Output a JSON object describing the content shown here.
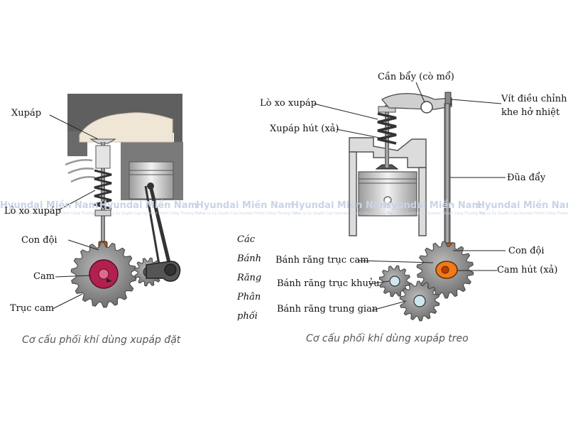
{
  "left": {
    "labels": {
      "xupap": "Xupáp",
      "lo_xo": "Lò xo xupáp",
      "con_doi": "Con đội",
      "cam": "Cam",
      "truc_cam": "Trục cam"
    },
    "caption": "Cơ cấu phối khí dùng xupáp đặt"
  },
  "right": {
    "labels": {
      "can_bay": "Cần bẩy (cò mổ)",
      "lo_xo": "Lò xo xupáp",
      "xupap_hut": "Xupáp hút (xả)",
      "vit_line1": "Vít điều chỉnh",
      "vit_line2": "khe hở nhiệt",
      "dua_day": "Đũa đẩy",
      "con_doi": "Con đội",
      "cam_hut": "Cam hút (xả)",
      "banh_rang_truc_cam": "Bánh răng trục cam",
      "banh_rang_truc_khuyu": "Bánh răng trục khuỷu",
      "banh_rang_trung_gian": "Bánh răng trung gian"
    },
    "side_words": [
      "Các",
      "Bánh",
      "Răng",
      "Phân",
      "phối"
    ],
    "caption": "Cơ cấu phối khí dùng xupáp treo"
  },
  "watermark": {
    "name": "Hyundai Miền Nam",
    "tagline": "Đại Lý Ủy Quyền Của Hyundai Thành Công Thương Mại"
  },
  "colors": {
    "gear": "#8f8f8f",
    "gear_dark": "#6a6a6a",
    "cam_left": "#b2204e",
    "cam_right": "#f07a1c",
    "tappet": "#b5561c",
    "metal": "#bdbdbd",
    "block": "#7a7a7a",
    "line": "#222222",
    "watermark": "#c9d4e6"
  }
}
